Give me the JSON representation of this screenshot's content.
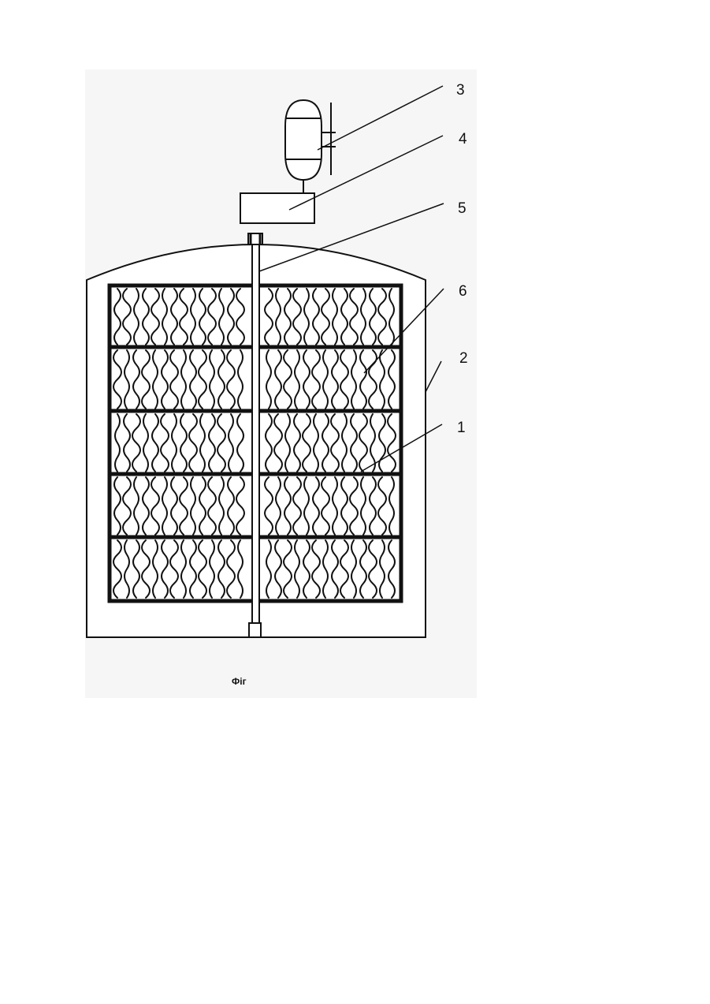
{
  "figure": {
    "caption": "Фіг",
    "callouts": [
      "3",
      "4",
      "5",
      "6",
      "2",
      "1"
    ]
  },
  "colors": {
    "ink": "#111111",
    "paper_tint": "#f6f6f6",
    "background": "#ffffff"
  }
}
